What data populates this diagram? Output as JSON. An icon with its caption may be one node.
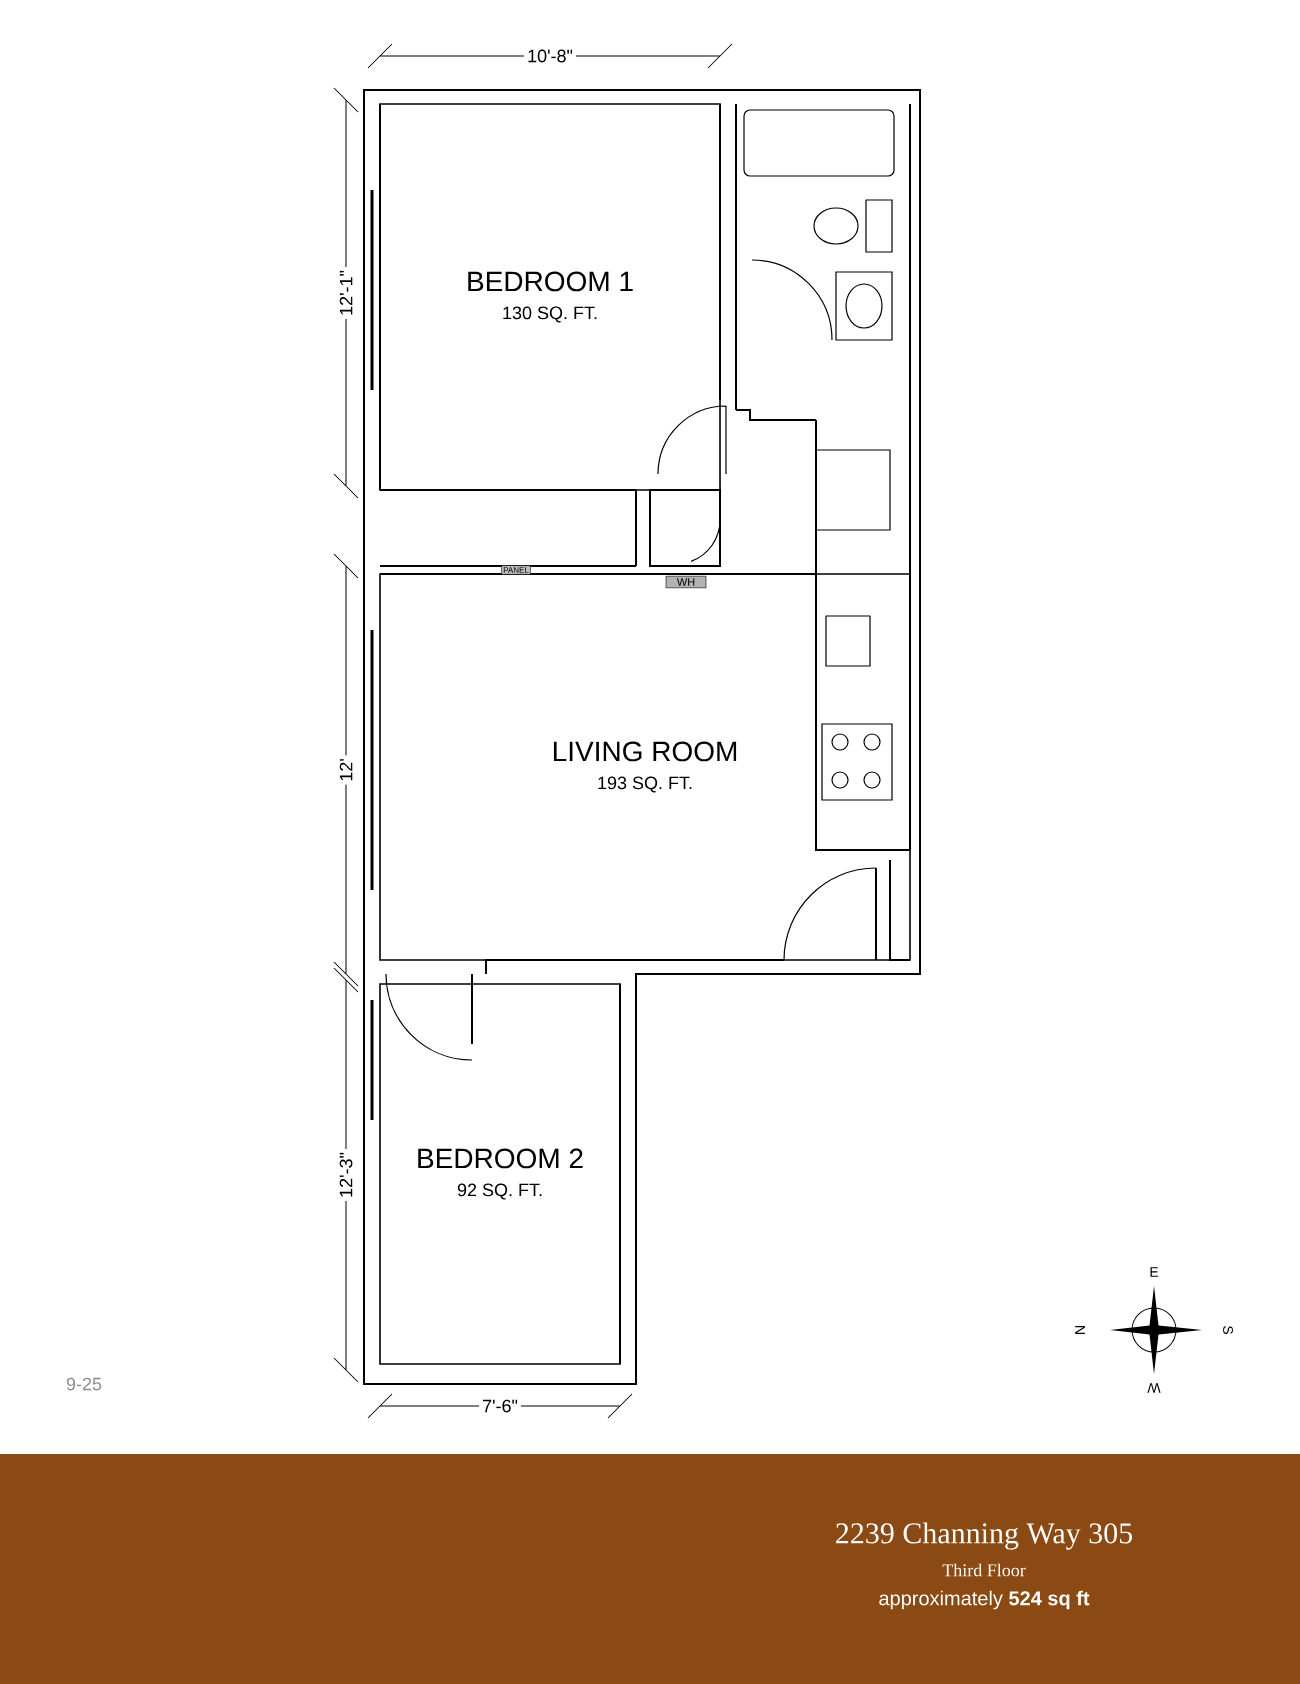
{
  "diagram": {
    "nodes": [
      {
        "text": [
          "BEDROOM 1",
          "130 SQ. FT."
        ]
      },
      {
        "text": [
          "LIVING ROOM",
          "193 SQ. FT."
        ]
      },
      {
        "text": [
          "BEDROOM 2",
          "92 SQ. FT."
        ]
      },
      {
        "text": [
          "2239 Channing Way 305",
          "Third Floor",
          "approximately **524 sq ft**"
        ]
      }
    ],
    "labels": [
      "10'-8\"",
      "12'-1\"",
      "12'",
      "12'-3\"",
      "7'-6\"",
      "PANEL",
      "WH",
      "E",
      "N",
      "S",
      "W",
      "9-25"
    ]
  }
}
